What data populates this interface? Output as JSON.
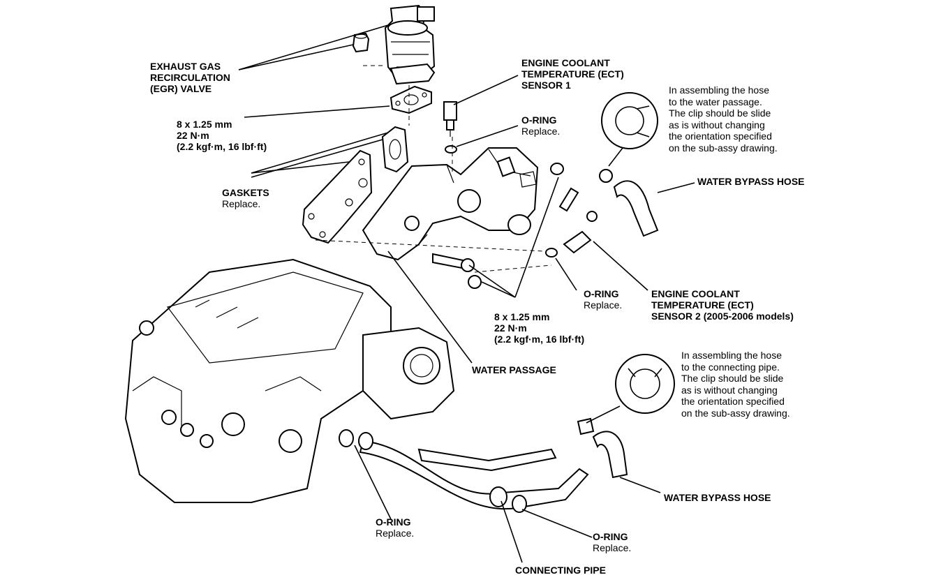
{
  "labels": {
    "egr_line1": "EXHAUST GAS",
    "egr_line2": "RECIRCULATION",
    "egr_line3": "(EGR) VALVE",
    "torque1_line1": "8 x 1.25 mm",
    "torque1_line2": "22 N·m",
    "torque1_line3": "(2.2 kgf·m, 16 lbf·ft)",
    "gaskets_line1": "GASKETS",
    "gaskets_line2": "Replace.",
    "ect1_line1": "ENGINE COOLANT",
    "ect1_line2": "TEMPERATURE (ECT)",
    "ect1_line3": "SENSOR 1",
    "oring_top_line1": "O-RING",
    "oring_top_line2": "Replace.",
    "note_top": [
      "In assembling the hose",
      "to the water passage.",
      "The clip should be slide",
      "as is without changing",
      "the orientation specified",
      "on the sub-assy drawing."
    ],
    "water_bypass_hose_top": "WATER BYPASS HOSE",
    "oring_mid_line1": "O-RING",
    "oring_mid_line2": "Replace.",
    "ect2_line1": "ENGINE COOLANT",
    "ect2_line2": "TEMPERATURE (ECT)",
    "ect2_line3": "SENSOR 2 (2005-2006 models)",
    "torque2_line1": "8 x 1.25 mm",
    "torque2_line2": "22 N·m",
    "torque2_line3": "(2.2 kgf·m, 16 lbf·ft)",
    "water_passage": "WATER PASSAGE",
    "note_bottom": [
      "In assembling the hose",
      "to the connecting pipe.",
      "The clip should be slide",
      "as is without changing",
      "the orientation specified",
      "on the sub-assy drawing."
    ],
    "water_bypass_hose_bottom": "WATER BYPASS HOSE",
    "oring_left_line1": "O-RING",
    "oring_left_line2": "Replace.",
    "oring_right_line1": "O-RING",
    "oring_right_line2": "Replace.",
    "connecting_pipe": "CONNECTING PIPE"
  }
}
